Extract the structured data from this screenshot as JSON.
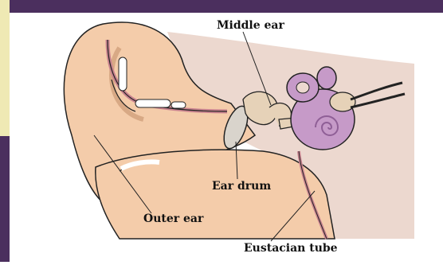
{
  "labels": {
    "middle_ear": "Middle ear",
    "ear_drum": "Ear drum",
    "outer_ear": "Outer ear",
    "eustachian_tube": "Eustacian tube"
  },
  "colors": {
    "frame_purple": "#4b2f5e",
    "frame_yellow": "#efe9b4",
    "skin": "#f4ccaa",
    "skin_shadow": "#e9b997",
    "canal_pink": "#c9838f",
    "inner_bg": "#ecd8cf",
    "cochlea": "#c69ac8",
    "cochlea_dark": "#8f5f96",
    "bone": "#e6d2b8",
    "outline": "#222222"
  }
}
